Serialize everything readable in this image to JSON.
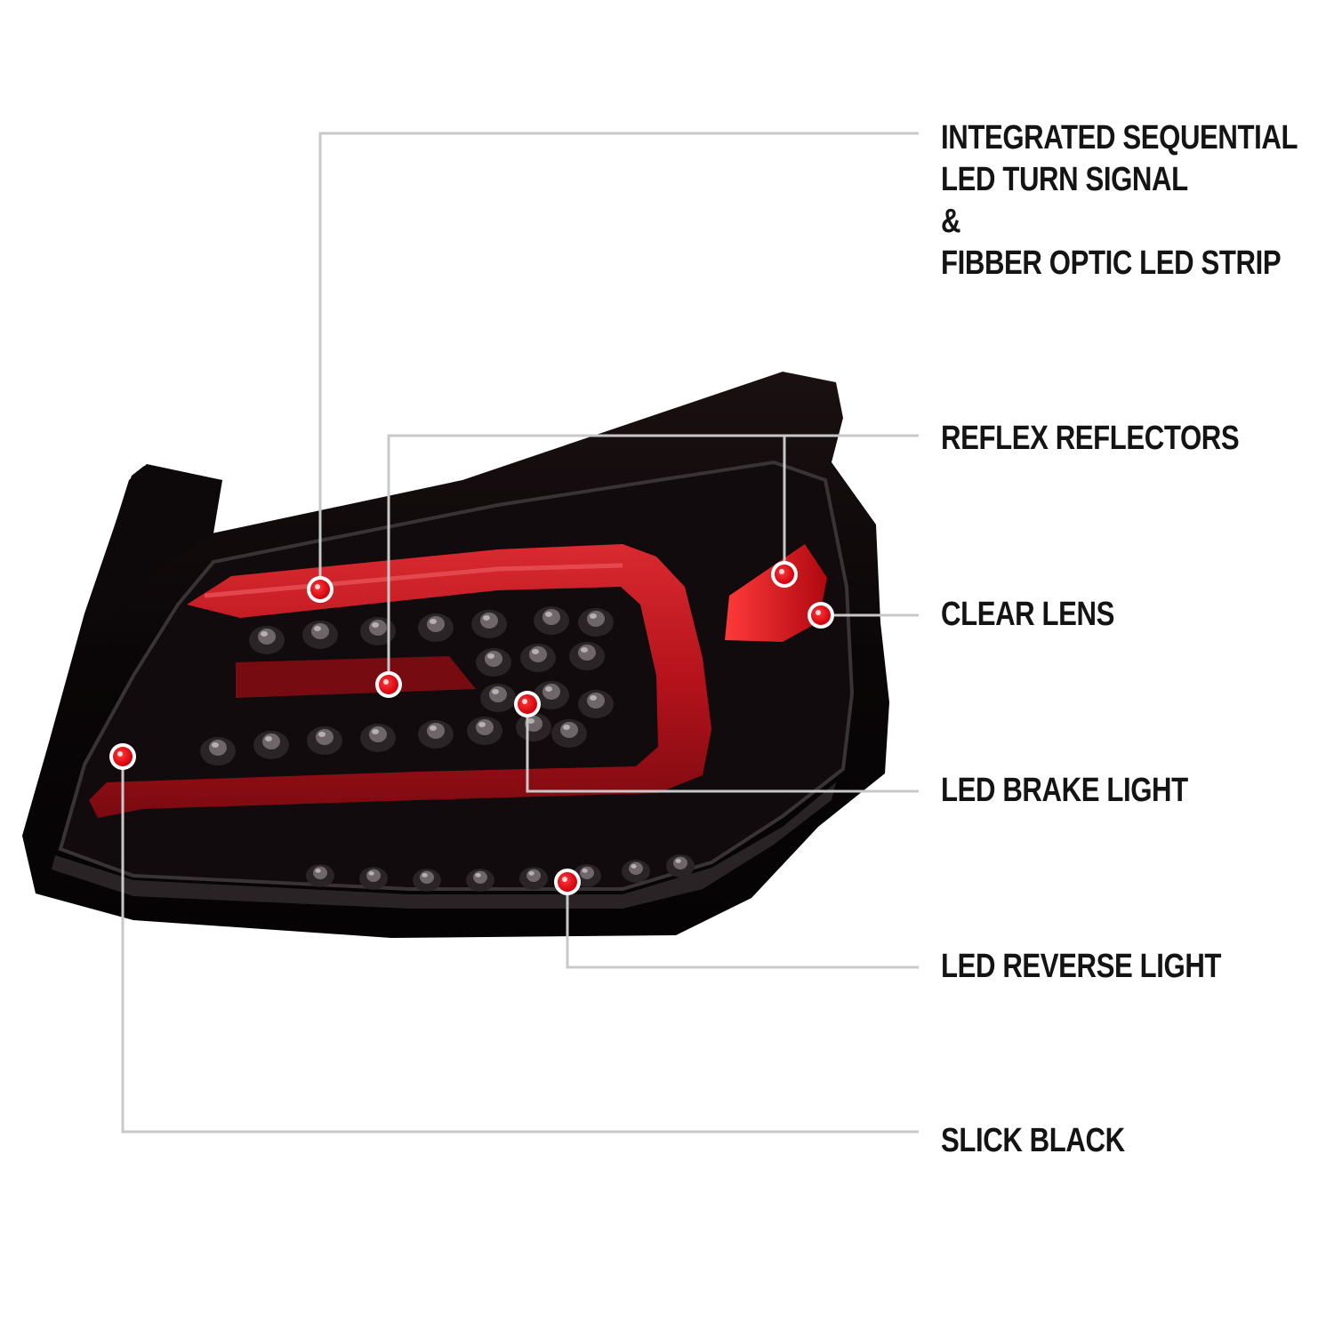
{
  "colors": {
    "background": "#ffffff",
    "leader_line": "#c8c8c8",
    "callout_dot": "#e3000f",
    "housing": "#0a0607",
    "light_bar": "#b5121b",
    "label_text": "#141414"
  },
  "callouts": [
    {
      "id": "turn-signal",
      "lines": [
        "INTEGRATED SEQUENTIAL",
        "LED TURN SIGNAL",
        "&",
        "FIBBER OPTIC LED STRIP"
      ]
    },
    {
      "id": "reflex-reflectors",
      "lines": [
        "REFLEX REFLECTORS"
      ]
    },
    {
      "id": "clear-lens",
      "lines": [
        "CLEAR LENS"
      ]
    },
    {
      "id": "brake-light",
      "lines": [
        "LED BRAKE LIGHT"
      ]
    },
    {
      "id": "reverse-light",
      "lines": [
        "LED REVERSE LIGHT"
      ]
    },
    {
      "id": "slick-black",
      "lines": [
        "SLICK BLACK"
      ]
    }
  ]
}
